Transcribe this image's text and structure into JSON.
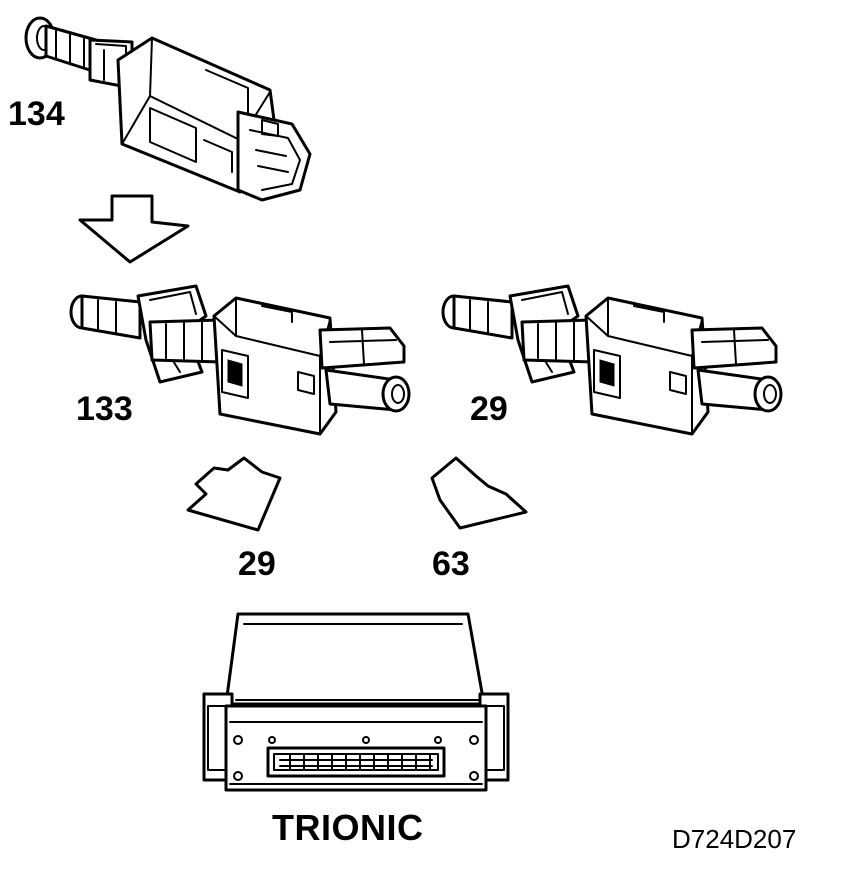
{
  "callouts": {
    "top_switch": "134",
    "left_switch": "133",
    "right_switch": "29",
    "left_arrow_target": "29",
    "right_arrow_target": "63"
  },
  "ecu_label": "TRIONIC",
  "figure_code": "D724D207"
}
